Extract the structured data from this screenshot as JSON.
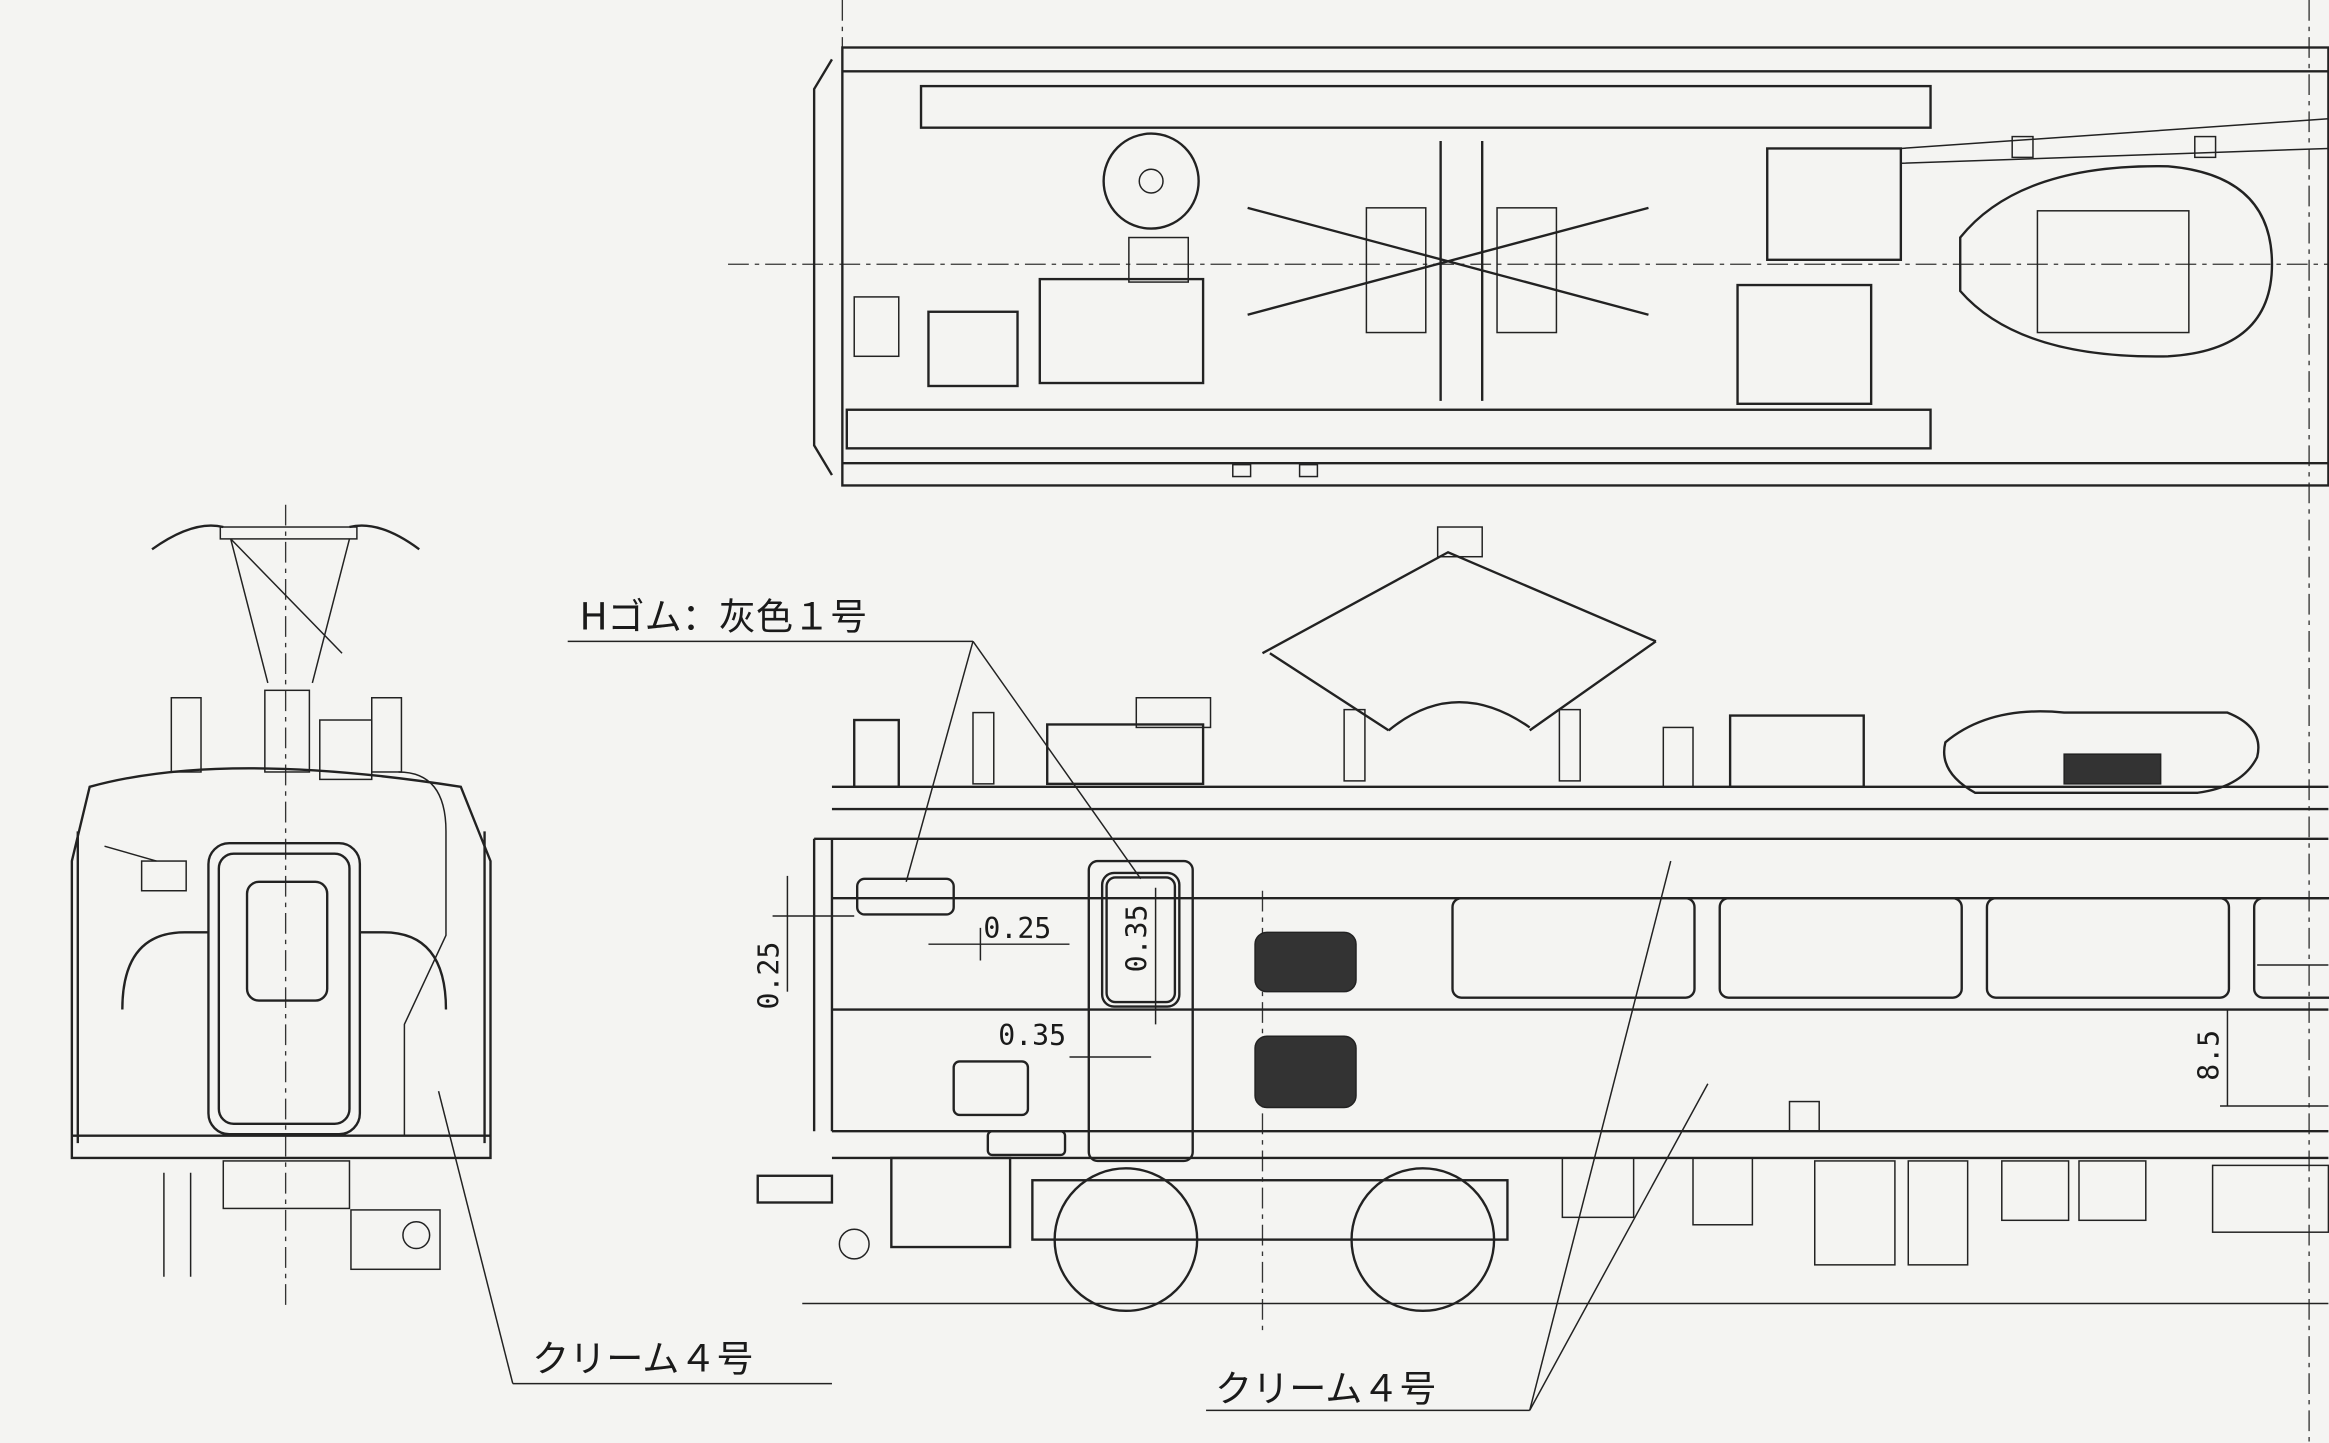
{
  "labels": {
    "h_rubber": "Hゴム：灰色１号",
    "cream_front": "クリーム４号",
    "cream_side": "クリーム４号"
  },
  "dimensions": {
    "front_vertical": "0.25",
    "window_gap": "0.25",
    "door_window_vertical": "0.35",
    "door_gap": "0.35",
    "stripe_height": "8.5"
  },
  "colors": {
    "paper": "#f4f4f2",
    "ink": "#222222"
  }
}
